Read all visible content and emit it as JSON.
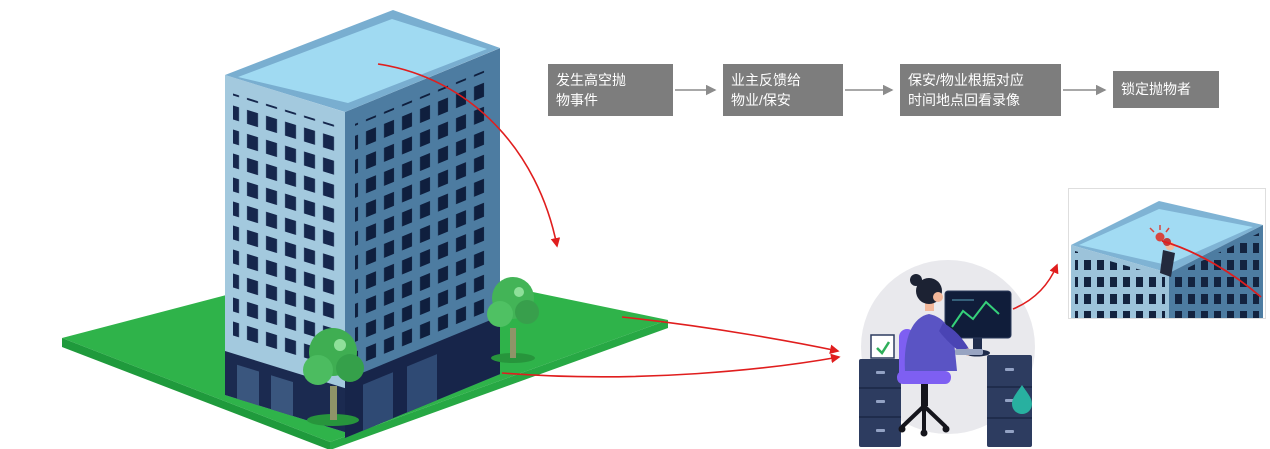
{
  "page": {
    "background": "#ffffff"
  },
  "flowchart": {
    "steps": [
      {
        "label": "发生高空抛\n物事件"
      },
      {
        "label": "业主反馈给\n物业/保安"
      },
      {
        "label": "保安/物业根据对应\n时间地点回看录像"
      },
      {
        "label": "锁定抛物者"
      }
    ],
    "box_color": "#7d7d7d",
    "text_color": "#ffffff",
    "connector_color": "#8c8c8c"
  },
  "annotations": {
    "trajectory_color": "#e01e1e"
  },
  "illustrations": {
    "building": "residential-tower-on-grass",
    "security_room": "guard-watching-surveillance-monitor",
    "snapshot": "surveillance-replay-of-thrower"
  }
}
